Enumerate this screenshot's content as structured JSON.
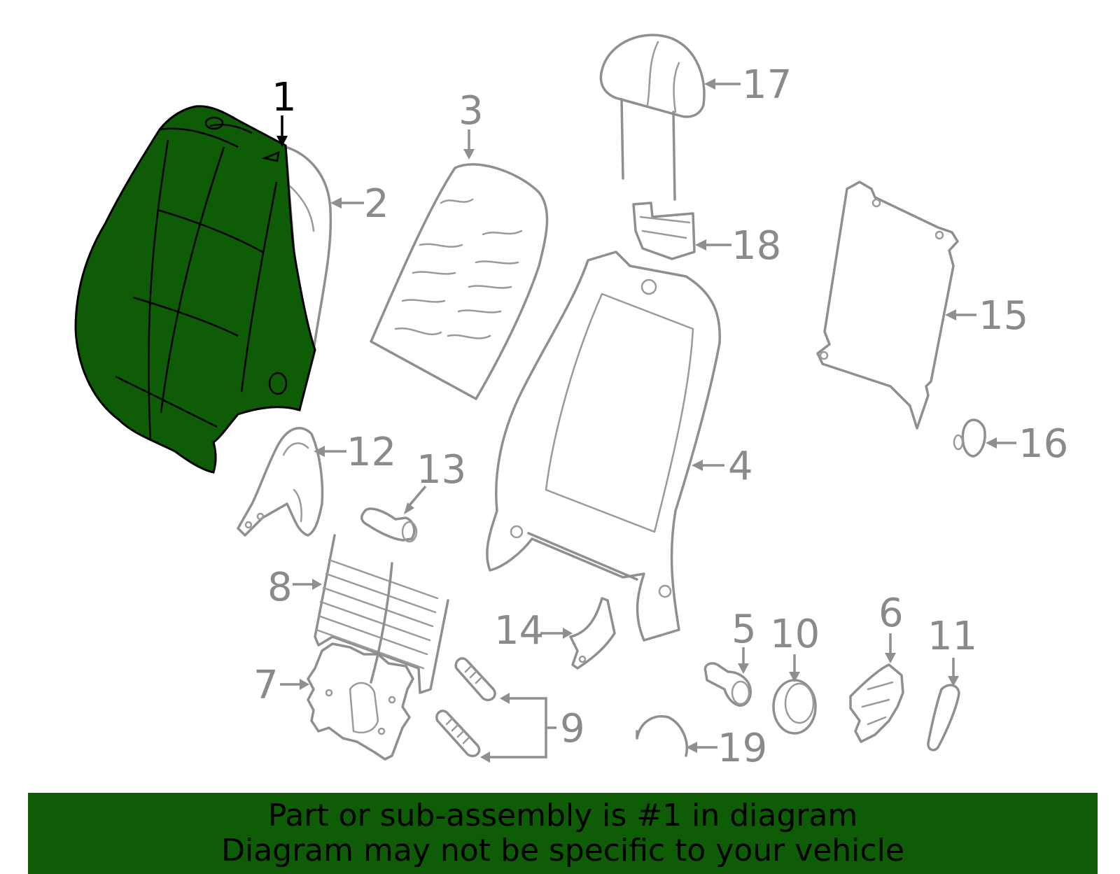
{
  "diagram": {
    "highlight_color": "#0e5c06",
    "line_color": "#8f8f8f",
    "highlighted_part": "1",
    "callouts": [
      "1",
      "2",
      "3",
      "4",
      "5",
      "6",
      "7",
      "8",
      "9",
      "10",
      "11",
      "12",
      "13",
      "14",
      "15",
      "16",
      "17",
      "18",
      "19"
    ]
  },
  "footer": {
    "line1": "Part or sub-assembly is #1 in diagram",
    "line2": "Diagram may not be specific to your vehicle",
    "background": "#0e5c06"
  }
}
